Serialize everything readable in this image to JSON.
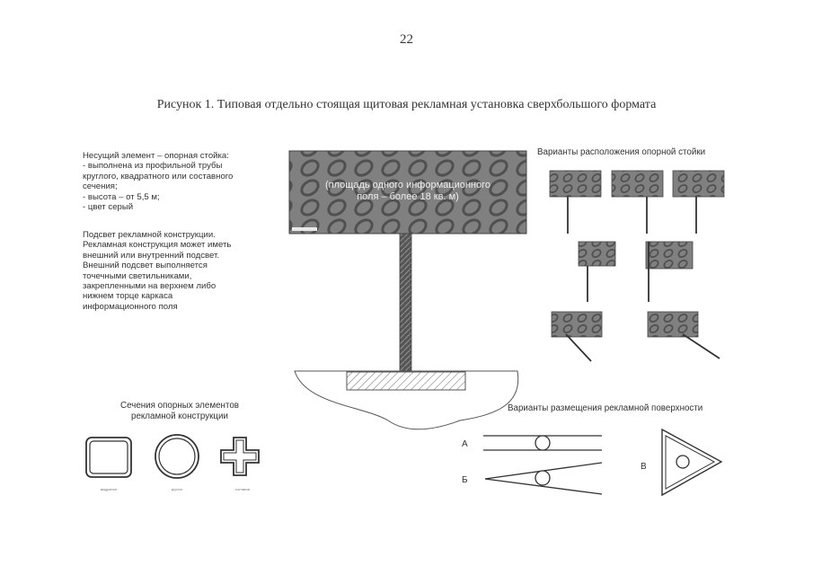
{
  "page_number": "22",
  "figure_caption": "Рисунок 1. Типовая отдельно стоящая щитовая рекламная установка сверхбольшого формата",
  "support_description": [
    "Несущий элемент – опорная стойка:",
    "- выполнена из профильной трубы",
    "круглого, квадратного или составного",
    "сечения;",
    "- высота  – от 5,5 м;",
    "- цвет серый"
  ],
  "lighting_description": [
    "Подсвет рекламной конструкции.",
    "Рекламная конструкция может иметь",
    "внешний или внутренний подсвет.",
    "Внешний подсвет выполняется",
    "точечными светильниками,",
    "закрепленными на верхнем либо",
    "нижнем торце каркаса",
    "информационного поля"
  ],
  "billboard_text": [
    "(площадь одного информационного",
    "поля – более 18 кв. м)"
  ],
  "support_variants_title": "Варианты расположения опорной стойки",
  "sections_title": [
    "Сечения опорных элементов",
    "рекламной конструкции"
  ],
  "section_labels": [
    "квадратное",
    "круглое",
    "составное"
  ],
  "surface_variants_title": "Варианты размещения рекламной поверхности",
  "surface_letters": [
    "А",
    "Б",
    "В"
  ],
  "colors": {
    "line": "#3a3a3a",
    "panel_fill": "#7d7d7d",
    "pattern_dark": "#4a4a4a"
  }
}
